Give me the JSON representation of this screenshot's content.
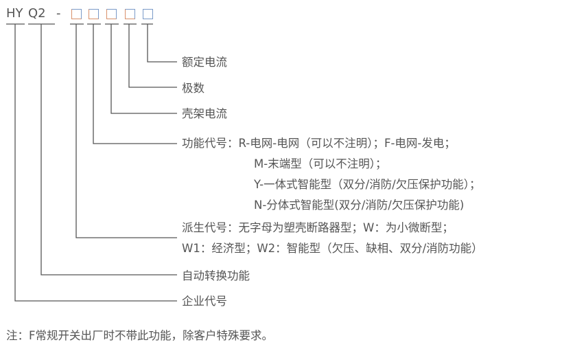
{
  "model": {
    "prefix1": "HY",
    "prefix2": "Q2",
    "dash": "-"
  },
  "labels": {
    "rated_current": "额定电流",
    "poles": "极数",
    "frame_current": "壳架电流",
    "function_code": [
      "功能代号：R-电网-电网（可以不注明）；F-电网-发电；",
      "M-末端型（可以不注明）；",
      "Y-一体式智能型（双分/消防/欠压保护功能）；",
      "N-分体式智能型(双分/消防/欠压保护功能)"
    ],
    "derived_code": [
      "派生代号：无字母为塑壳断路器型；W：为小微断型；",
      "W1：经济型；W2：智能型（欠压、缺相、双分/消防功能）"
    ],
    "auto_transfer": "自动转换功能",
    "company_code": "企业代号"
  },
  "note": "注：F常规开关出厂时不带此功能，除客户特殊要求。",
  "colors": {
    "text": "#555555",
    "box_blue": "#7a9ac8",
    "box_orange": "#d9906a",
    "line": "#555555"
  }
}
